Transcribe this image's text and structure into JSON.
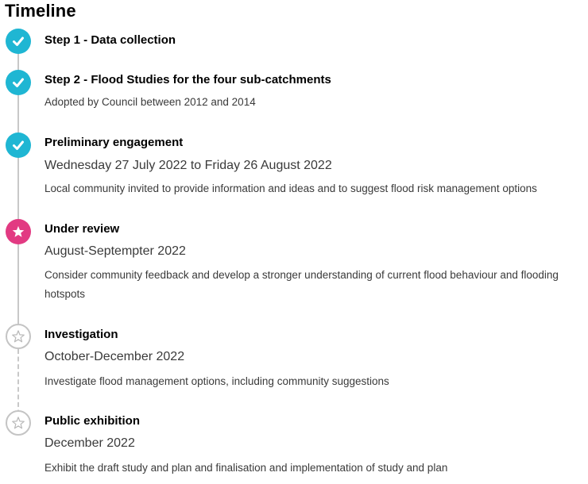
{
  "timeline": {
    "title": "Timeline",
    "colors": {
      "complete": "#1fb6d3",
      "current": "#e23a82",
      "upcoming": "#c4c4c4"
    },
    "steps": [
      {
        "status": "complete",
        "icon": "check-icon",
        "title": "Step 1 - Data collection",
        "date": "",
        "description": ""
      },
      {
        "status": "complete",
        "icon": "check-icon",
        "title": "Step 2 - Flood Studies for the four sub-catchments",
        "date": "",
        "description": "Adopted by Council between 2012 and 2014"
      },
      {
        "status": "complete",
        "icon": "check-icon",
        "title": "Preliminary engagement",
        "date": "Wednesday 27 July 2022 to Friday 26 August 2022",
        "description": "Local community invited to provide information and ideas and to suggest flood risk management options"
      },
      {
        "status": "current",
        "icon": "star-icon",
        "title": "Under review",
        "date": "August-Septempter 2022",
        "description": "Consider community feedback and develop a stronger understanding of current flood behaviour and flooding hotspots"
      },
      {
        "status": "upcoming",
        "icon": "star-outline-icon",
        "title": "Investigation",
        "date": "October-December 2022",
        "description": "Investigate flood management options, including community suggestions"
      },
      {
        "status": "upcoming",
        "icon": "star-outline-icon",
        "title": "Public exhibition",
        "date": "December 2022",
        "description": "Exhibit the draft study and plan and finalisation and implementation of study and plan"
      }
    ]
  }
}
